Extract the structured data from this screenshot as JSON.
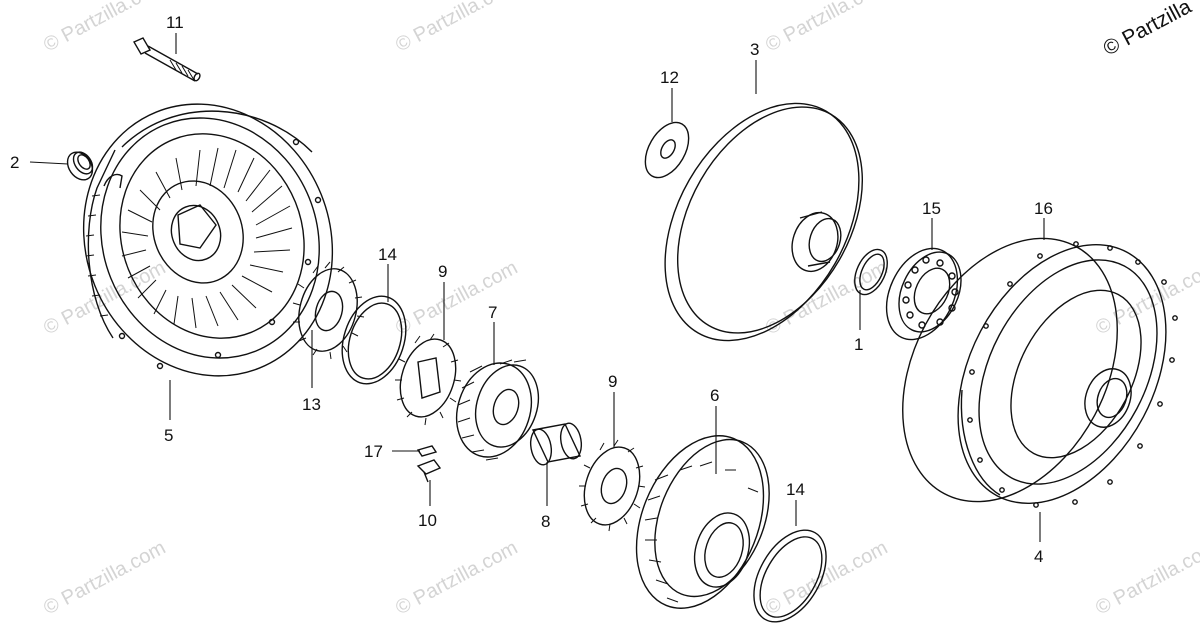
{
  "watermark": "© Partzilla.com",
  "copyright": "© Partzilla",
  "callouts": {
    "c1": "1",
    "c2": "2",
    "c3": "3",
    "c4": "4",
    "c5": "5",
    "c6": "6",
    "c7": "7",
    "c8": "8",
    "c9a": "9",
    "c9b": "9",
    "c10": "10",
    "c11": "11",
    "c12": "12",
    "c13": "13",
    "c14a": "14",
    "c14b": "14",
    "c15": "15",
    "c16": "16",
    "c17": "17"
  }
}
